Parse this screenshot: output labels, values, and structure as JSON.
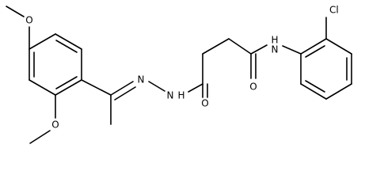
{
  "diagram": {
    "atoms": {
      "o_methoxy_top": "O",
      "o_methoxy_bottom": "O",
      "n_imine": "N",
      "n_hydrazide": "N",
      "h_hydrazide": "H",
      "o_carbonyl_left": "O",
      "o_carbonyl_right": "O",
      "n_amide": "N",
      "h_amide": "H",
      "cl": "Cl"
    }
  }
}
